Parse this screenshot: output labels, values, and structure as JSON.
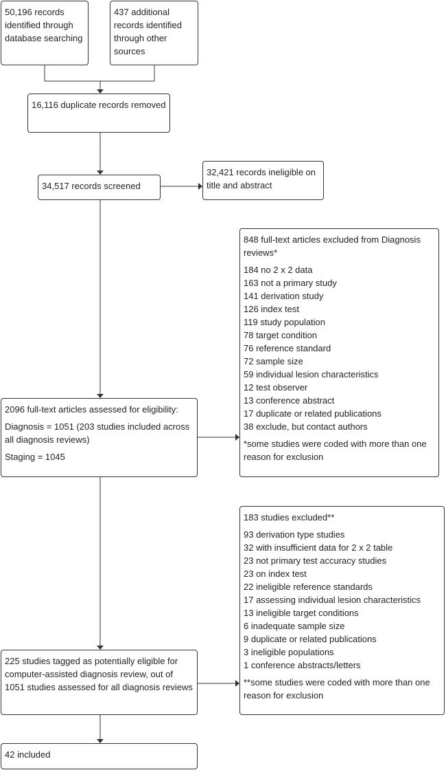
{
  "boxes": {
    "db_records": "50,196 records identified through database searching",
    "other_records": "437 additional records identified through other sources",
    "duplicates": "16,116 duplicate records removed",
    "screened": "34,517 records screened",
    "ineligible_title": "32,421 records ineligible on title and abstract",
    "fulltext": {
      "line1": "2096 full-text articles assessed for eligibility:",
      "line2": "Diagnosis = 1051 (203 studies included across all diagnosis reviews)",
      "line3": "Staging = 1045"
    },
    "excluded_fulltext": {
      "title": "848 full-text articles excluded from Diagnosis reviews*",
      "items": [
        "184 no 2 x 2 data",
        "163 not a primary study",
        "141 derivation study",
        "126 index test",
        "119 study population",
        "78 target condition",
        "76 reference standard",
        "72 sample size",
        "59 individual lesion characteristics",
        "12 test observer",
        "13 conference abstract",
        "17 duplicate or related publications",
        "38 exclude, but contact authors"
      ],
      "note": "*some studies were coded with more than one reason for exclusion"
    },
    "tagged": "225 studies tagged as potentially eligible for computer-assisted diagnosis review, out of 1051 studies assessed for all diagnosis reviews",
    "excluded_studies": {
      "title": "183 studies excluded**",
      "items": [
        "93 derivation type studies",
        "32 with insufficient data for 2 x 2 table",
        "23 not primary test accuracy studies",
        "23 on index test",
        "22 ineligible reference standards",
        "17 assessing individual lesion characteristics",
        "13 ineligible target conditions",
        "6 inadequate sample size",
        "9 duplicate or related publications",
        "3 ineligible populations",
        "1 conference abstracts/letters"
      ],
      "note": "**some studies were coded with more than one reason for exclusion"
    },
    "included": "42 included"
  }
}
